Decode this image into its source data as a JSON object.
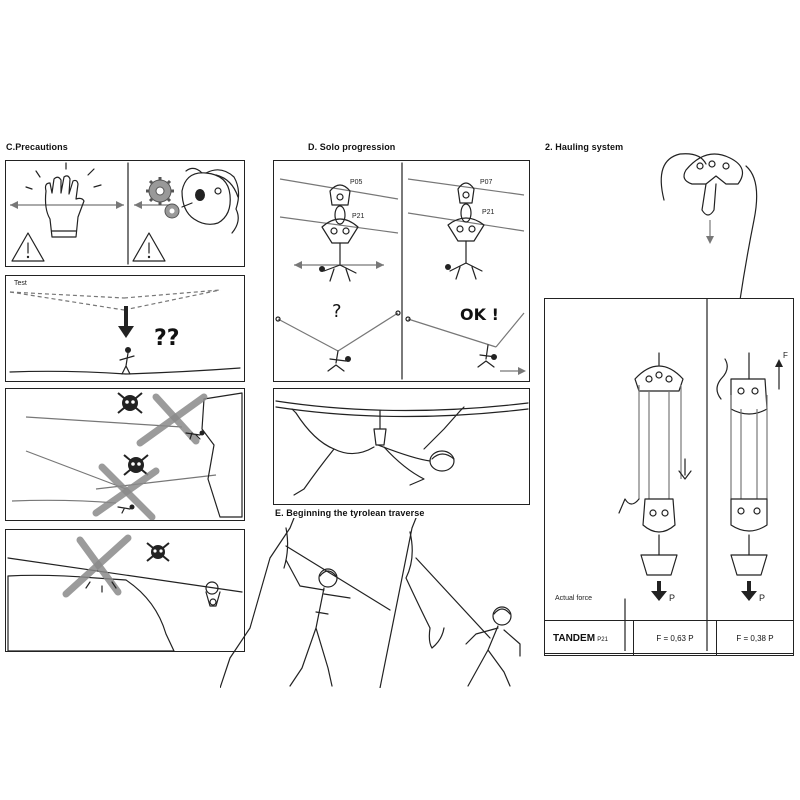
{
  "sections": {
    "precautions": "C.Precautions",
    "solo": "D. Solo progression",
    "hauling": "2. Hauling system",
    "beginning": "E. Beginning the tyrolean traverse"
  },
  "labels": {
    "test": "Test",
    "question_marks": "??",
    "solo_question": "?",
    "ok": "OK !",
    "p05": "P05",
    "p21_left": "P21",
    "p07": "P07",
    "p21_right": "P21",
    "force_arrow": "F",
    "p_left": "P",
    "p_right": "P"
  },
  "hauling_table": {
    "row_label": "Actual force",
    "product": "TANDEM",
    "product_ref": "P21",
    "left_value": "F = 0,63 P",
    "right_value": "F = 0,38 P"
  },
  "colors": {
    "ink": "#222222",
    "rope_grey": "#777777",
    "cross_grey": "#8a8a8a",
    "pulley_fill": "#c8c8c8"
  },
  "icons": [
    "warning-icon",
    "glove-icon",
    "gear-icon",
    "skull-icon",
    "pulley-icon",
    "carabiner-icon",
    "weight-icon",
    "arrow-down-icon",
    "climber-icon"
  ]
}
